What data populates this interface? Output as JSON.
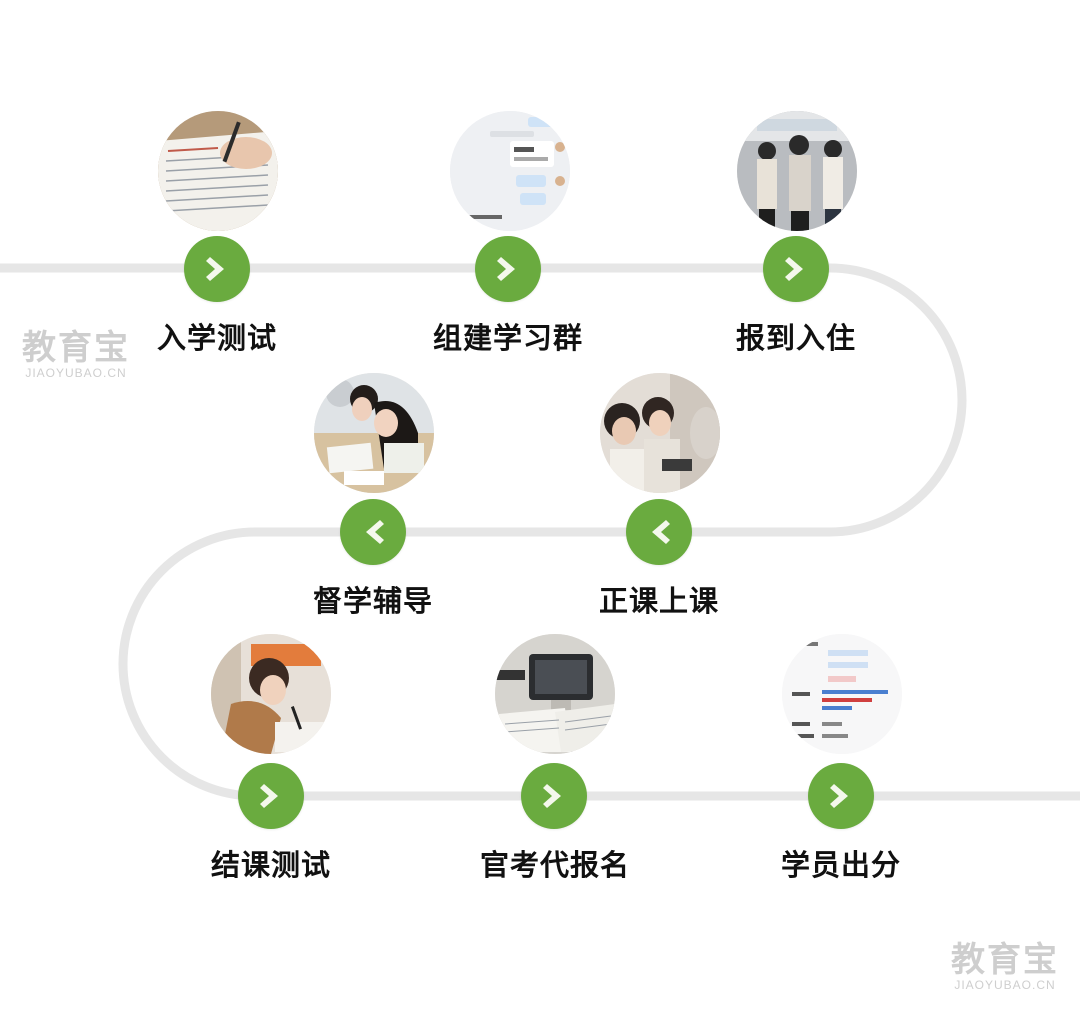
{
  "steps": [
    {
      "label": "入学测试",
      "direction": "right",
      "photo_icon": "exam-writing-photo"
    },
    {
      "label": "组建学习群",
      "direction": "right",
      "photo_icon": "chat-group-photo"
    },
    {
      "label": "报到入住",
      "direction": "right",
      "photo_icon": "check-in-photo"
    },
    {
      "label": "正课上课",
      "direction": "left",
      "photo_icon": "class-photo"
    },
    {
      "label": "督学辅导",
      "direction": "left",
      "photo_icon": "tutoring-photo"
    },
    {
      "label": "结课测试",
      "direction": "right",
      "photo_icon": "final-test-photo"
    },
    {
      "label": "官考代报名",
      "direction": "right",
      "photo_icon": "registration-photo"
    },
    {
      "label": "学员出分",
      "direction": "right",
      "photo_icon": "score-result-photo"
    }
  ],
  "watermark": {
    "cn": "教育宝",
    "en": "JIAOYUBAO.CN"
  },
  "colors": {
    "badge": "#6aab3f",
    "arrow": "#f4f8ec",
    "track": "#e6e6e6"
  }
}
